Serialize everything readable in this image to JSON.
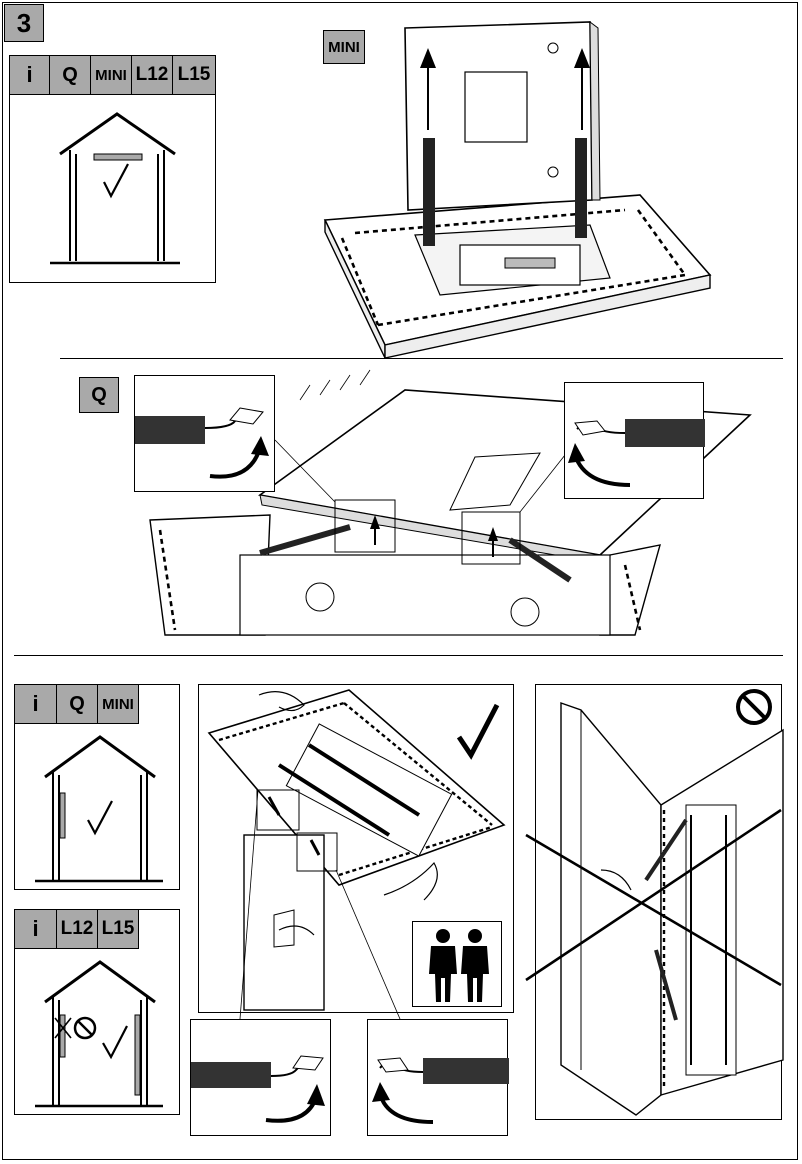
{
  "step_number": "3",
  "panel_a": {
    "tags": [
      "i",
      "Q",
      "MINI",
      "L12",
      "L15"
    ]
  },
  "mini_badge": "MINI",
  "q_badge": "Q",
  "panel_b": {
    "tags": [
      "i",
      "Q",
      "MINI"
    ]
  },
  "panel_c": {
    "tags": [
      "i",
      "L12",
      "L15"
    ]
  },
  "icons": {
    "check": "check-icon",
    "prohibited": "prohibited-icon",
    "cross": "cross-icon",
    "two_people": "two-people-icon"
  },
  "colors": {
    "tag_gray": "#a9a9a9",
    "line": "#000000"
  }
}
